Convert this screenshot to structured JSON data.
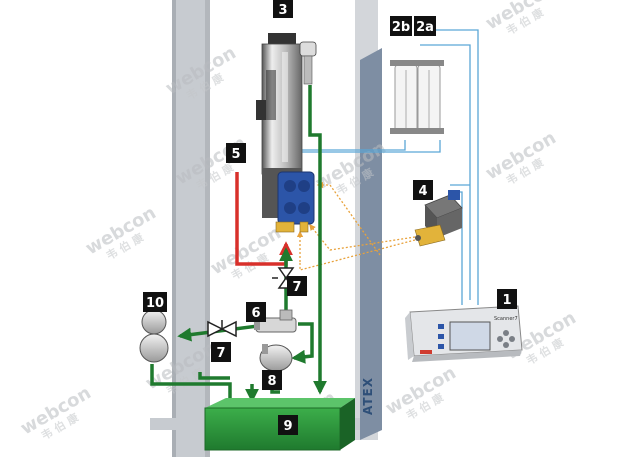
{
  "labels": {
    "l1": "1",
    "l2b": "2b",
    "l2a": "2a",
    "l3": "3",
    "l4": "4",
    "l5": "5",
    "l6": "6",
    "l7a": "7",
    "l7b": "7",
    "l8": "8",
    "l9": "9",
    "l10": "10"
  },
  "atex_text": "ATEX",
  "watermark": {
    "brand": "webcon",
    "sub": "韦 伯 康"
  },
  "controller": {
    "brand": "Scanner7"
  },
  "colors": {
    "wall": "#c7cbd0",
    "wall_shadow": "#a9aeb4",
    "atex_wall": "#7e8ea3",
    "green_pipe": "#1f7a2e",
    "red_pipe": "#d8302b",
    "blue_signal": "#5aa6d6",
    "orange_signal": "#e8a23c",
    "tank": "#2c9a3a",
    "pump_blue": "#2c55a8"
  }
}
